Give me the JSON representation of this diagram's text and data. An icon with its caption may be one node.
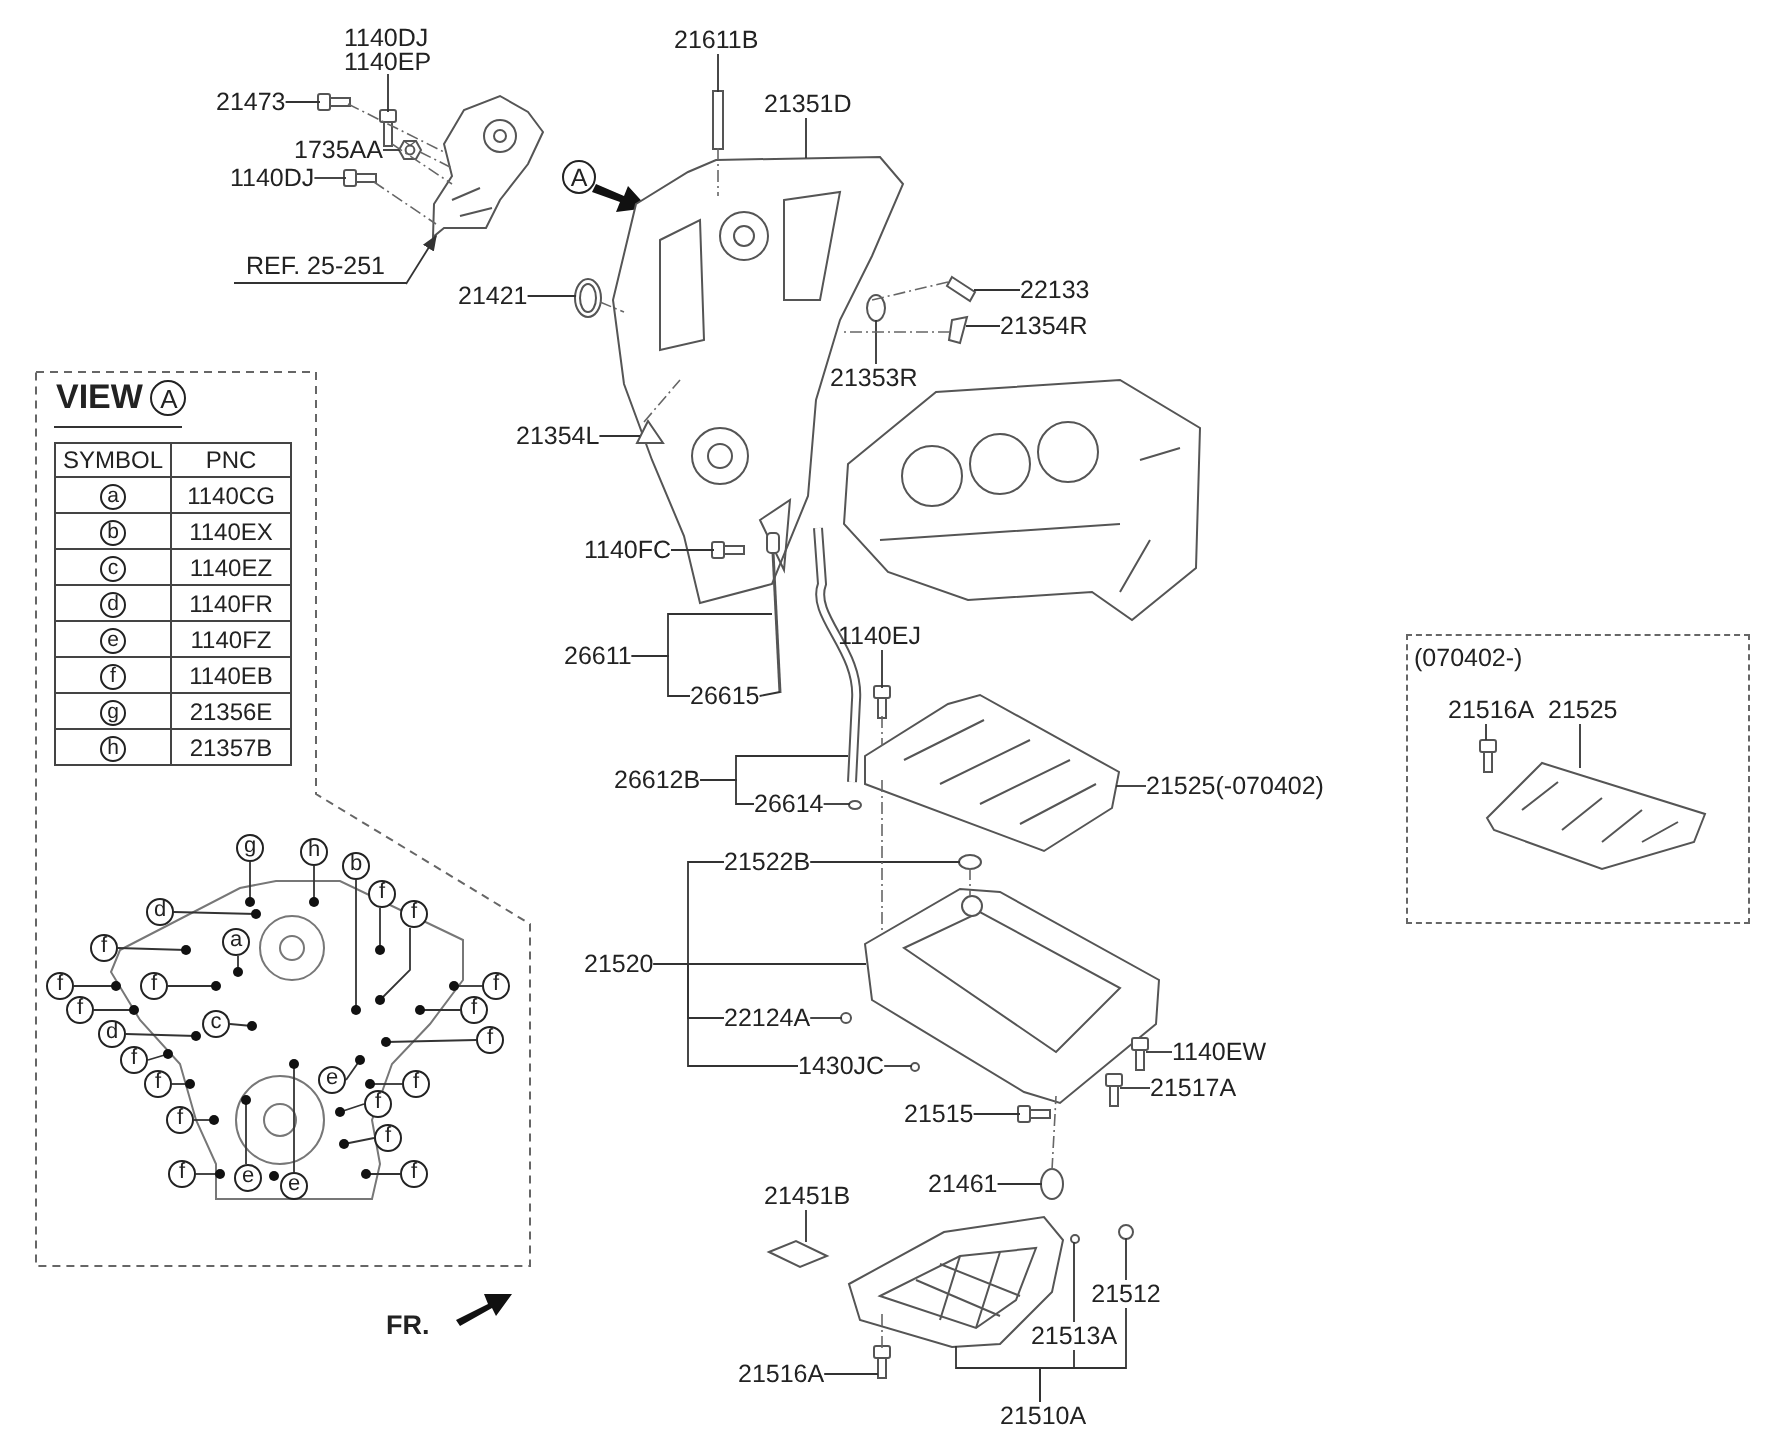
{
  "diagram": {
    "nodes": [
      {
        "text": [
          "1140DJ",
          "1140EP"
        ]
      },
      {
        "text": [
          "21611B"
        ]
      },
      {
        "text": [
          "21473"
        ]
      },
      {
        "text": [
          "21351D"
        ]
      },
      {
        "text": [
          "1735AA"
        ]
      },
      {
        "text": [
          "1140DJ"
        ]
      },
      {
        "text": [
          "REF. 25-251"
        ]
      },
      {
        "text": [
          "21421"
        ]
      },
      {
        "text": [
          "22133"
        ]
      },
      {
        "text": [
          "21354R"
        ]
      },
      {
        "text": [
          "21353R"
        ]
      },
      {
        "text": [
          "21354L"
        ]
      },
      {
        "text": [
          "VIEW",
          "A"
        ]
      },
      {
        "text": [
          "g"
        ],
        "in": 12
      },
      {
        "text": [
          "h"
        ],
        "in": 12
      },
      {
        "text": [
          "b"
        ],
        "in": 12
      },
      {
        "text": [
          "f"
        ],
        "in": 12
      },
      {
        "text": [
          "d"
        ],
        "in": 12
      },
      {
        "text": [
          "f"
        ],
        "in": 12
      },
      {
        "text": [
          "a"
        ],
        "in": 73
      },
      {
        "text": [
          "f"
        ],
        "in": 12
      },
      {
        "text": [
          "f"
        ],
        "in": 12
      },
      {
        "text": [
          "f"
        ],
        "in": 73
      },
      {
        "text": [
          "f"
        ],
        "in": 12
      },
      {
        "text": [
          "f"
        ],
        "in": 12
      },
      {
        "text": [
          "f"
        ],
        "in": 12
      },
      {
        "text": [
          "c"
        ],
        "in": 73
      },
      {
        "text": [
          "d"
        ],
        "in": 12
      },
      {
        "text": [
          "f"
        ],
        "in": 12
      },
      {
        "text": [
          "f"
        ],
        "in": 12
      },
      {
        "text": [
          "e"
        ],
        "in": 73
      },
      {
        "text": [
          "f"
        ],
        "in": 12
      },
      {
        "text": [
          "f"
        ],
        "in": 12
      },
      {
        "text": [
          "f"
        ],
        "in": 12
      },
      {
        "text": [
          "f"
        ],
        "in": 12
      },
      {
        "text": [
          "f"
        ],
        "in": 12
      },
      {
        "text": [
          "f"
        ],
        "in": 12
      },
      {
        "text": [
          "e"
        ],
        "in": 73
      },
      {
        "text": [
          "e"
        ],
        "in": 73
      },
      {
        "text": [
          "f"
        ],
        "in": 12
      },
      {
        "text": [
          "1140FC"
        ]
      },
      {
        "text": [
          "26611"
        ]
      },
      {
        "text": [
          "26615"
        ]
      },
      {
        "text": [
          "1140EJ"
        ]
      },
      {
        "text": [
          "26612B"
        ]
      },
      {
        "text": [
          "26614"
        ]
      },
      {
        "text": [
          "21525(-070402)"
        ]
      },
      {
        "text": [
          "(070402-)"
        ]
      },
      {
        "text": [
          "21516A"
        ],
        "in": 47
      },
      {
        "text": [
          "21525"
        ],
        "in": 47
      },
      {
        "text": [
          "21522B"
        ]
      },
      {
        "text": [
          "21520"
        ]
      },
      {
        "text": [
          "22124A"
        ]
      },
      {
        "text": [
          "1430JC"
        ]
      },
      {
        "text": [
          "1140EW"
        ]
      },
      {
        "text": [
          "21517A"
        ]
      },
      {
        "text": [
          "21515"
        ]
      },
      {
        "text": [
          "21461"
        ]
      },
      {
        "text": [
          "21451B"
        ]
      },
      {
        "text": [
          "21516A"
        ]
      },
      {
        "text": [
          "21510A"
        ]
      },
      {
        "text": [],
        "shape": "picture"
      },
      {
        "text": [],
        "shape": "picture"
      },
      {
        "text": [],
        "shape": "picture"
      },
      {
        "text": [],
        "shape": "picture"
      },
      {
        "text": [],
        "shape": "picture"
      },
      {
        "text": [],
        "shape": "picture"
      },
      {
        "text": [],
        "shape": "picture"
      },
      {
        "text": [],
        "shape": "picture"
      },
      {
        "text": [],
        "shape": "picture"
      },
      {
        "text": [],
        "shape": "picture"
      },
      {
        "text": [],
        "shape": "circle"
      },
      {
        "text": [],
        "shape": "picture",
        "in": 67
      },
      {
        "text": [],
        "shape": "picture",
        "in": 12
      },
      {
        "text": [],
        "shape": "picture",
        "in": 67
      },
      {
        "text": [],
        "shape": "picture"
      },
      {
        "text": [],
        "shape": "picture"
      },
      {
        "text": [],
        "shape": "circle"
      },
      {
        "text": [],
        "shape": "picture"
      },
      {
        "text": [],
        "shape": "picture"
      },
      {
        "text": [],
        "shape": "picture",
        "in": 47
      },
      {
        "text": [],
        "shape": "picture",
        "in": 47
      },
      {
        "text": [],
        "shape": "circle"
      },
      {
        "text": [],
        "shape": "picture"
      },
      {
        "text": [],
        "shape": "circle"
      },
      {
        "text": [],
        "shape": "circle"
      },
      {
        "text": [],
        "shape": "picture"
      },
      {
        "text": [],
        "shape": "picture"
      },
      {
        "text": [],
        "shape": "picture"
      },
      {
        "text": [],
        "shape": "circle"
      },
      {
        "text": [],
        "shape": "picture"
      },
      {
        "text": [],
        "shape": "picture"
      },
      {
        "text": [],
        "shape": "circle"
      },
      {
        "text": [],
        "shape": "circle"
      },
      {
        "text": [],
        "shape": "picture"
      }
    ],
    "edges": [
      {
        "from": 0,
        "to": 62,
        "arrow": "none"
      },
      {
        "from": 1,
        "to": 66,
        "arrow": "none"
      },
      {
        "from": 2,
        "to": 61,
        "arrow": "none"
      },
      {
        "from": 3,
        "to": 67,
        "arrow": "none"
      },
      {
        "from": 4,
        "to": 63,
        "arrow": "none"
      },
      {
        "from": 5,
        "to": 64,
        "arrow": "none"
      },
      {
        "from": 6,
        "to": 65,
        "arrow": "to"
      },
      {
        "from": 7,
        "to": 68,
        "arrow": "none"
      },
      {
        "from": 8,
        "to": 69,
        "arrow": "none"
      },
      {
        "from": 9,
        "to": 70,
        "arrow": "none"
      },
      {
        "from": 10,
        "to": 71,
        "arrow": "none"
      },
      {
        "from": 11,
        "to": 72,
        "arrow": "none"
      },
      {
        "from": 13,
        "to": 73,
        "arrow": "other"
      },
      {
        "from": 14,
        "to": 73,
        "arrow": "other"
      },
      {
        "from": 15,
        "to": 73,
        "arrow": "other"
      },
      {
        "from": 16,
        "to": 73,
        "arrow": "other"
      },
      {
        "from": 17,
        "to": 73,
        "arrow": "other"
      },
      {
        "from": 18,
        "to": 73,
        "arrow": "other"
      },
      {
        "from": 19,
        "to": 73,
        "arrow": "other"
      },
      {
        "from": 20,
        "to": 73,
        "arrow": "other"
      },
      {
        "from": 21,
        "to": 73,
        "arrow": "other"
      },
      {
        "from": 22,
        "to": 73,
        "arrow": "other"
      },
      {
        "from": 23,
        "to": 73,
        "arrow": "other"
      },
      {
        "from": 24,
        "to": 73,
        "arrow": "other"
      },
      {
        "from": 25,
        "to": 73,
        "arrow": "other"
      },
      {
        "from": 26,
        "to": 73,
        "arrow": "other"
      },
      {
        "from": 27,
        "to": 73,
        "arrow": "other"
      },
      {
        "from": 28,
        "to": 73,
        "arrow": "other"
      },
      {
        "from": 29,
        "to": 73,
        "arrow": "other"
      },
      {
        "from": 30,
        "to": 73,
        "arrow": "other"
      },
      {
        "from": 31,
        "to": 73,
        "arrow": "other"
      },
      {
        "from": 32,
        "to": 73,
        "arrow": "other"
      },
      {
        "from": 33,
        "to": 73,
        "arrow": "other"
      },
      {
        "from": 34,
        "to": 73,
        "arrow": "other"
      },
      {
        "from": 35,
        "to": 73,
        "arrow": "other"
      },
      {
        "from": 36,
        "to": 73,
        "arrow": "other"
      },
      {
        "from": 37,
        "to": 73,
        "arrow": "other"
      },
      {
        "from": 38,
        "to": 73,
        "arrow": "other"
      },
      {
        "from": 39,
        "to": 73,
        "arrow": "other"
      },
      {
        "from": 40,
        "to": 74,
        "arrow": "none"
      },
      {
        "from": 41,
        "to": 75,
        "arrow": "none"
      },
      {
        "from": 41,
        "to": 42,
        "arrow": "none"
      },
      {
        "from": 42,
        "to": 75,
        "arrow": "none"
      },
      {
        "from": 43,
        "to": 78,
        "arrow": "none"
      },
      {
        "from": 44,
        "to": 76,
        "arrow": "none"
      },
      {
        "from": 44,
        "to": 45,
        "arrow": "none"
      },
      {
        "from": 45,
        "to": 77,
        "arrow": "none"
      },
      {
        "from": 46,
        "to": 79,
        "arrow": "none"
      },
      {
        "from": 48,
        "to": 80,
        "arrow": "none"
      },
      {
        "from": 49,
        "to": 81,
        "arrow": "none"
      },
      {
        "from": 51,
        "to": 50,
        "arrow": "none"
      },
      {
        "from": 51,
        "to": 52,
        "arrow": "none"
      },
      {
        "from": 51,
        "to": 53,
        "arrow": "none"
      },
      {
        "from": 51,
        "to": 83,
        "arrow": "none"
      },
      {
        "from": 50,
        "to": 82,
        "arrow": "none"
      },
      {
        "from": 52,
        "to": 84,
        "arrow": "none"
      },
      {
        "from": 53,
        "to": 85,
        "arrow": "none"
      },
      {
        "from": 54,
        "to": 86,
        "arrow": "none"
      },
      {
        "from": 55,
        "to": 87,
        "arrow": "none"
      },
      {
        "from": 56,
        "to": 88,
        "arrow": "none"
      },
      {
        "from": 57,
        "to": 89,
        "arrow": "none"
      },
      {
        "from": 58,
        "to": 90,
        "arrow": "none"
      },
      {
        "from": 59,
        "to": 94,
        "arrow": "none"
      },
      {
        "from": 60,
        "to": 91,
        "arrow": "none"
      },
      {
        "from": 60,
        "to": 92,
        "arrow": "none",
        "label": "21513A"
      },
      {
        "from": 60,
        "to": 93,
        "arrow": "none",
        "label": "21512"
      },
      {
        "from": 61,
        "to": 65,
        "arrow": "none",
        "style": "dashed"
      },
      {
        "from": 62,
        "to": 65,
        "arrow": "none",
        "style": "dashed"
      },
      {
        "from": 63,
        "to": 65,
        "arrow": "none",
        "style": "dashed"
      },
      {
        "from": 64,
        "to": 65,
        "arrow": "none",
        "style": "dashed"
      },
      {
        "from": 66,
        "to": 67,
        "arrow": "none",
        "style": "dashed"
      },
      {
        "from": 68,
        "to": 67,
        "arrow": "none",
        "style": "dashed"
      },
      {
        "from": 69,
        "to": 67,
        "arrow": "none",
        "style": "dashed"
      },
      {
        "from": 70,
        "to": 67,
        "arrow": "none",
        "style": "dashed"
      },
      {
        "from": 72,
        "to": 67,
        "arrow": "none",
        "style": "dashed"
      },
      {
        "from": 78,
        "to": 79,
        "arrow": "none",
        "style": "dashed"
      },
      {
        "from": 82,
        "to": 83,
        "arrow": "none",
        "style": "dashed"
      },
      {
        "from": 89,
        "to": 83,
        "arrow": "none",
        "style": "dashed"
      },
      {
        "from": 94,
        "to": 91,
        "arrow": "none",
        "style": "dashed"
      },
      {
        "from": 79,
        "to": 83,
        "arrow": "none",
        "style": "dashed"
      }
    ],
    "labels": [
      "A",
      "SYMBOL",
      "PNC",
      "a",
      "1140CG",
      "b",
      "1140EX",
      "c",
      "1140EZ",
      "d",
      "1140FR",
      "e",
      "1140FZ",
      "f",
      "1140EB",
      "g",
      "21356E",
      "h",
      "21357B",
      "FR."
    ]
  }
}
